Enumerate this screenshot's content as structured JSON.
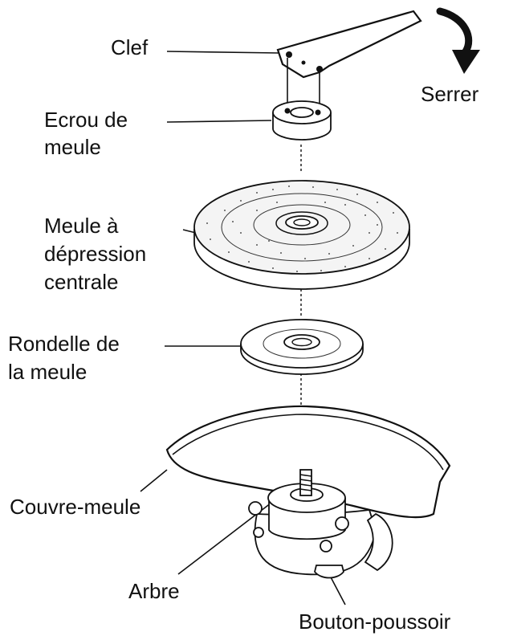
{
  "labels": {
    "clef": "Clef",
    "serrer": "Serrer",
    "ecrou_line1": "Ecrou de",
    "ecrou_line2": "meule",
    "meule_line1": "Meule à",
    "meule_line2": "dépression",
    "meule_line3": "centrale",
    "rondelle_line1": "Rondelle de",
    "rondelle_line2": "la meule",
    "couvre": "Couvre-meule",
    "arbre": "Arbre",
    "bouton": "Bouton-poussoir"
  },
  "icons": {
    "direction": "curved-arrow-clockwise-icon"
  }
}
